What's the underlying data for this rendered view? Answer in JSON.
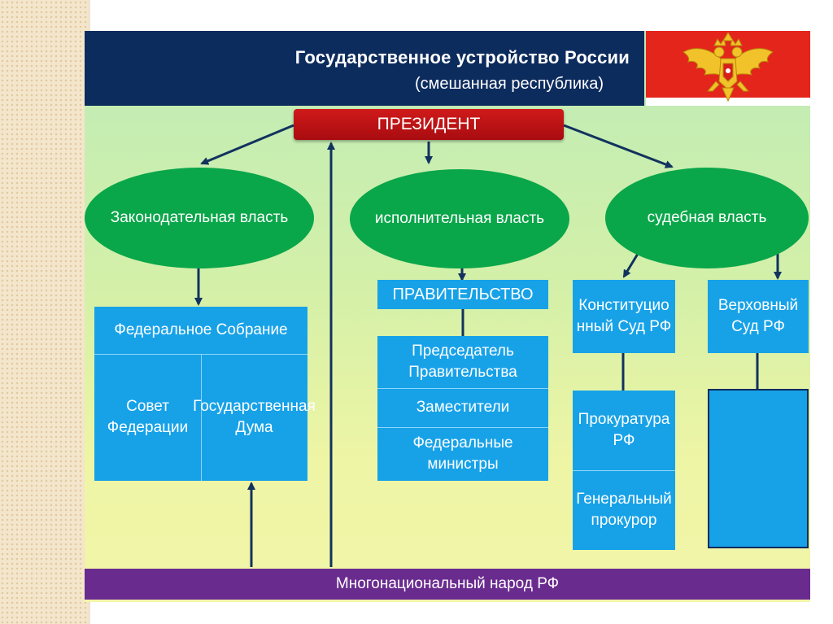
{
  "header": {
    "title": "Государственное устройство России",
    "subtitle": "(смешанная республика)",
    "emblem": "russian-coat-of-arms"
  },
  "president": "ПРЕЗИДЕНТ",
  "branches": {
    "legislative": "Законодательная власть",
    "executive": "исполнительная власть",
    "judicial": "судебная власть"
  },
  "legislative": {
    "assembly": "Федеральное Собрание",
    "council": "Совет Федерации",
    "duma": "Государственная Дума"
  },
  "executive": {
    "government": "ПРАВИТЕЛЬСТВО",
    "chairman": "Председатель Правительства",
    "deputies": "Заместители",
    "ministers": "Федеральные министры"
  },
  "judicial": {
    "constitutional_court": "Конституционный Суд РФ",
    "supreme_court": "Верховный Суд РФ",
    "prosecutor_office": "Прокуратура РФ",
    "prosecutor_general": "Генеральный прокурор"
  },
  "people": "Многонациональный народ РФ",
  "colors": {
    "header": "#0d2c5e",
    "president": "#c8121a",
    "branch": "#0aa64a",
    "box": "#17a2e8",
    "people": "#6a2b8e"
  }
}
